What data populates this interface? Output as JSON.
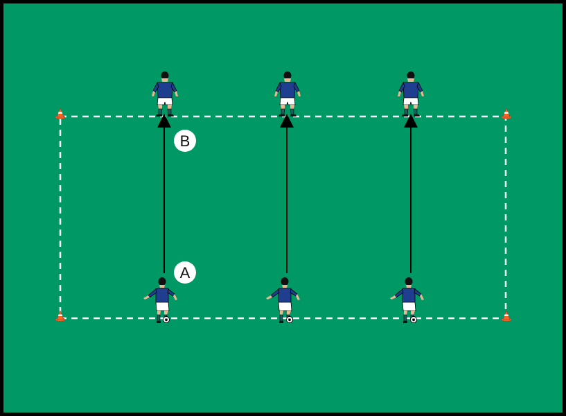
{
  "drill": {
    "labels": {
      "a": "A",
      "b": "B"
    },
    "colors": {
      "pitch": "#009966",
      "border": "#000000",
      "boundary_line": "#ffffff",
      "pass_arrow": "#000000",
      "shirt": "#1f3e8f",
      "shorts": "#ffffff",
      "socks": "#1f5c5c",
      "skin": "#e8b893",
      "hair": "#111111",
      "cone": "#f26522",
      "ball": "#ffffff"
    },
    "cones": [
      "cone-top-left",
      "cone-top-right",
      "cone-bottom-left",
      "cone-bottom-right"
    ],
    "lanes": [
      {
        "passer": "player-a",
        "receiver": "player-b",
        "ball": "soccer-ball"
      },
      {
        "passer": "player-a",
        "receiver": "player-b",
        "ball": "soccer-ball"
      },
      {
        "passer": "player-a",
        "receiver": "player-b",
        "ball": "soccer-ball"
      }
    ],
    "icons": {
      "cone": "training-cone-icon",
      "player_receiving": "player-facing-icon",
      "player_dribbling": "player-dribbling-icon",
      "ball": "soccer-ball-icon"
    }
  }
}
